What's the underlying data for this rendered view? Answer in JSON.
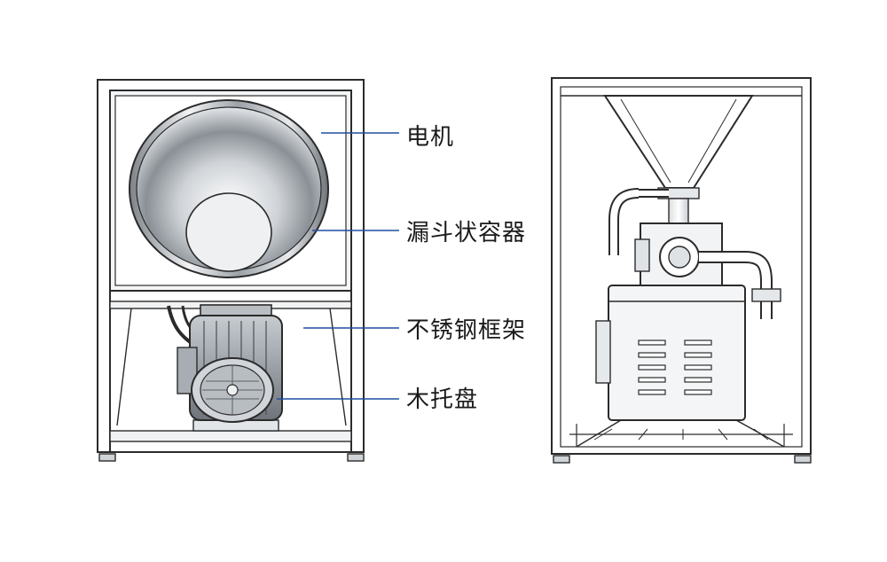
{
  "labels": {
    "motor": "电机",
    "hopper": "漏斗状容器",
    "frame": "不锈钢框架",
    "tray": "木托盘"
  },
  "colors": {
    "line": "#2b2b2b",
    "leader": "#1f4fa0",
    "frame_fill": "#f4f5f7",
    "steel_light": "#e9ecef",
    "steel_dark": "#8d9399"
  }
}
